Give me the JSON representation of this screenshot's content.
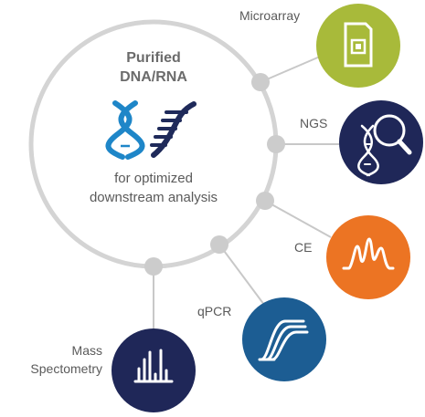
{
  "hub": {
    "title_line1": "Purified",
    "title_line2": "DNA/RNA",
    "subtitle_line1": "for optimized",
    "subtitle_line2": "downstream analysis",
    "icon": "dna-rna-helix-icon"
  },
  "colors": {
    "ring": "#d4d4d4",
    "connector": "#c8c8c8",
    "text": "#5a5a5a",
    "title": "#6b6b6b",
    "dna_blue": "#1e86c8",
    "rna_navy": "#1f2a5a"
  },
  "applications": [
    {
      "label": "Microarray",
      "icon": "microarray-chip-icon",
      "color": "#a8ba3a"
    },
    {
      "label": "NGS",
      "icon": "dna-magnifier-icon",
      "color": "#1f2758"
    },
    {
      "label": "CE",
      "icon": "electropherogram-peaks-icon",
      "color": "#ec7423"
    },
    {
      "label": "qPCR",
      "icon": "amplification-curves-icon",
      "color": "#1c5d93"
    },
    {
      "label_line1": "Mass",
      "label_line2": "Spectometry",
      "icon": "mass-spectrum-icon",
      "color": "#1f2758"
    }
  ]
}
